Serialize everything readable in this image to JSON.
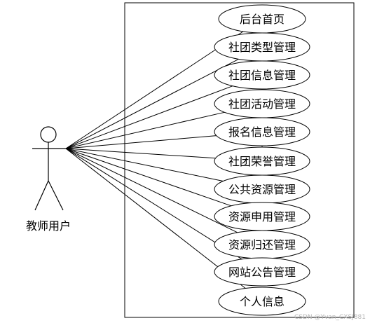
{
  "actor": {
    "label": "教师用户"
  },
  "use_cases": [
    {
      "label": "后台首页"
    },
    {
      "label": "社团类型管理"
    },
    {
      "label": "社团信息管理"
    },
    {
      "label": "社团活动管理"
    },
    {
      "label": "报名信息管理"
    },
    {
      "label": "社团荣誉管理"
    },
    {
      "label": "公共资源管理"
    },
    {
      "label": "资源申用管理"
    },
    {
      "label": "资源归还管理"
    },
    {
      "label": "网站公告管理"
    },
    {
      "label": "个人信息"
    }
  ],
  "watermark": "CSDN @Yvan_CXSJ881"
}
